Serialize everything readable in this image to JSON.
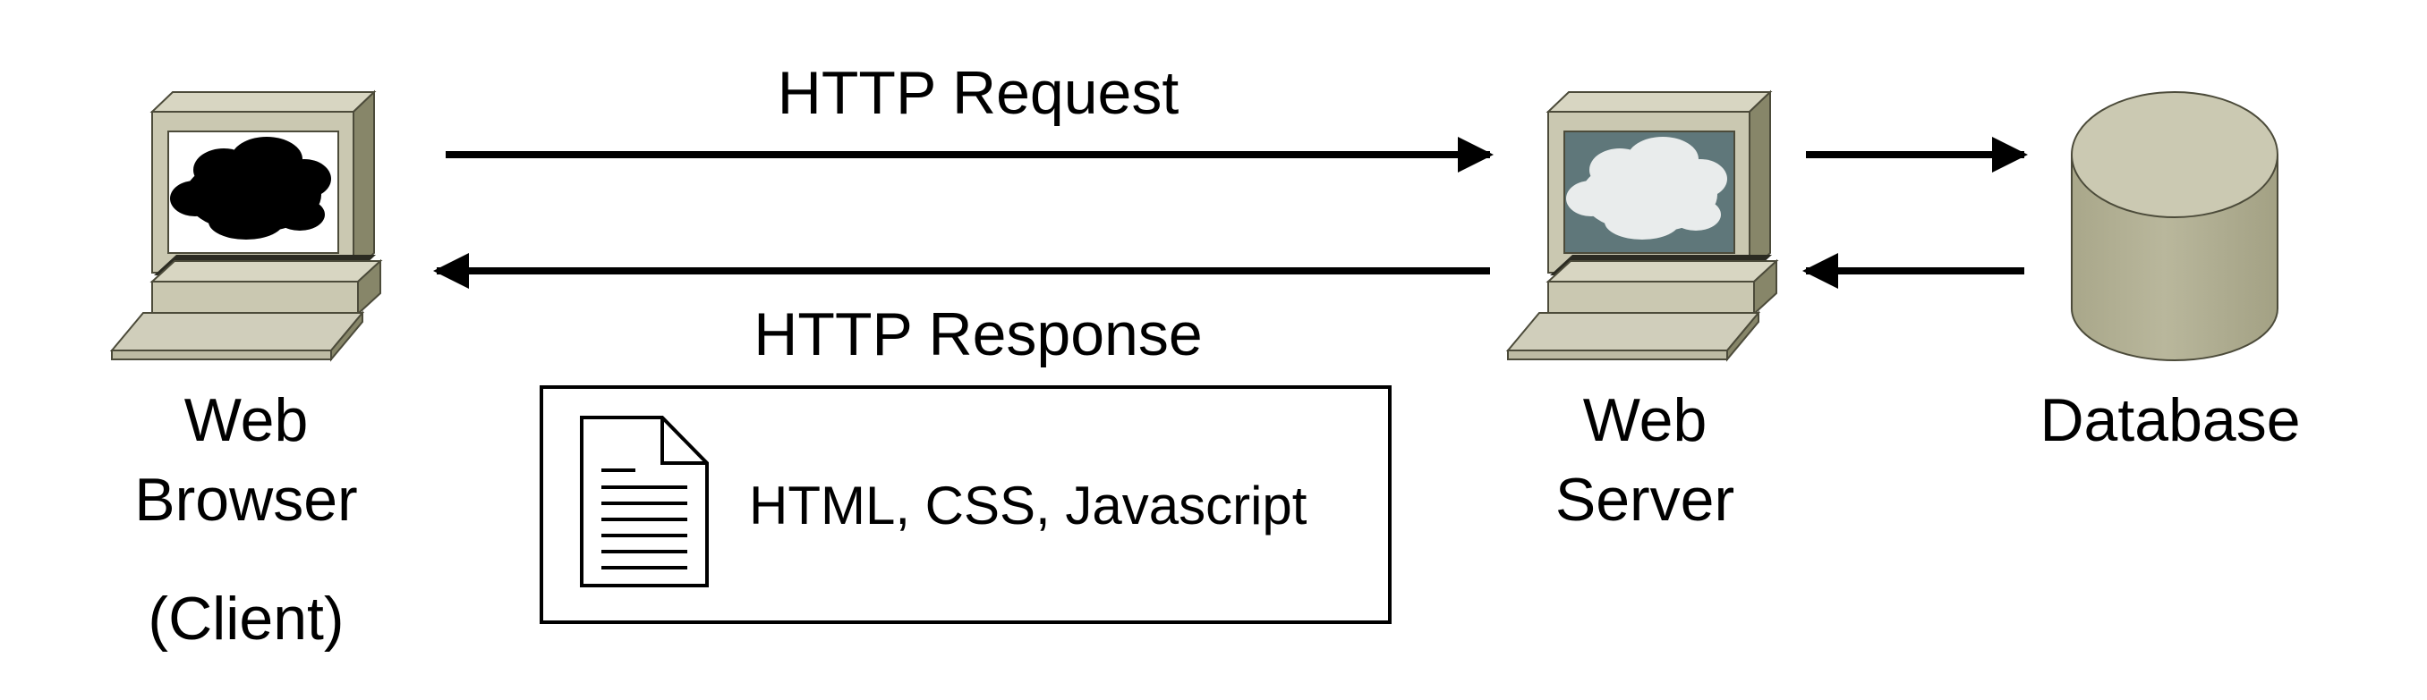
{
  "nodes": {
    "client": {
      "line1": "Web",
      "line2": "Browser",
      "line3": "(Client)",
      "screen_color": "#ffffff",
      "cloud_color": "#000000"
    },
    "server": {
      "line1": "Web",
      "line2": "Server",
      "screen_color": "#5f777a",
      "cloud_color": "#e9ecec"
    },
    "database": {
      "label": "Database"
    }
  },
  "edges": {
    "request": {
      "label": "HTTP Request",
      "direction": "client-to-server"
    },
    "response": {
      "label": "HTTP Response",
      "direction": "server-to-client"
    },
    "server_to_db": {
      "direction": "server-to-database"
    },
    "db_to_server": {
      "direction": "database-to-server"
    }
  },
  "payload": {
    "label": "HTML, CSS, Javascript",
    "icon": "document-icon"
  },
  "colors": {
    "device_face": "#c9c7b0",
    "device_side": "#8b8a6d",
    "device_top": "#d6d4c0",
    "db_top": "#cbc9b2",
    "db_body": "#aeac8f",
    "line": "#000000"
  }
}
